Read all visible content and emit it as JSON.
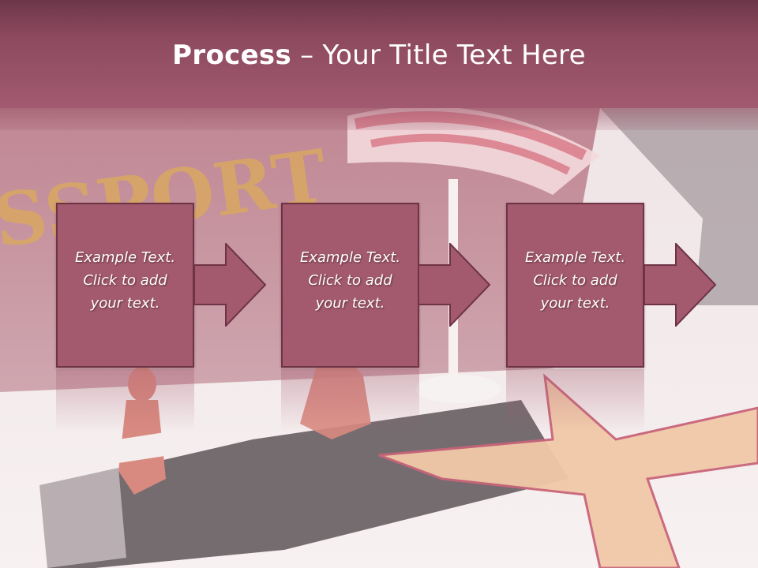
{
  "slide": {
    "title_bold": "Process",
    "title_rest": " – Your Title Text Here"
  },
  "steps": [
    {
      "line1": "Example Text.",
      "line2": "Click  to add",
      "line3": "your text."
    },
    {
      "line1": "Example Text.",
      "line2": "Click  to add",
      "line3": "your text."
    },
    {
      "line1": "Example Text.",
      "line2": "Click  to add",
      "line3": "your text."
    }
  ],
  "background_photo": {
    "text": "SSPORT"
  },
  "colors": {
    "header": "#8d4a5f",
    "box_fill": "#a35a6e",
    "box_border": "#6e3347",
    "text": "#ffffff"
  }
}
